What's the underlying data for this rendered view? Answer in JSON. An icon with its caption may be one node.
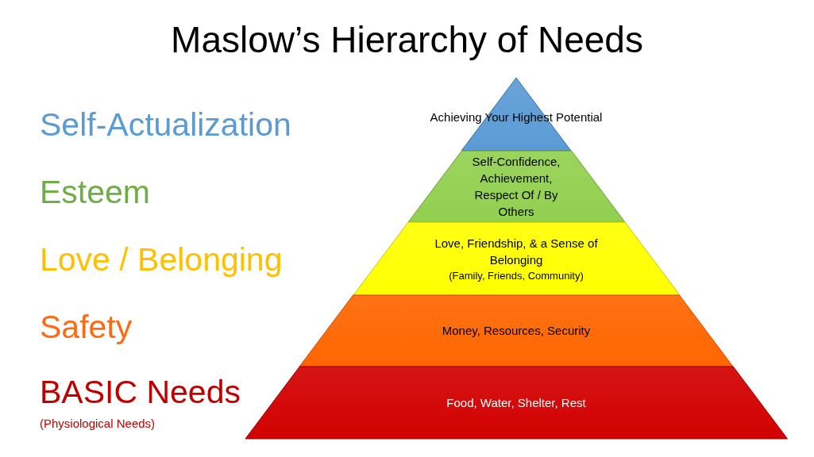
{
  "diagram": {
    "title": "Maslow’s Hierarchy of Needs",
    "nodes": [
      {
        "text": [
          "Achieving Your Highest Potential"
        ]
      },
      {
        "text": [
          "Self-Confidence, Achievement, Respect Of / By Others"
        ]
      },
      {
        "text": [
          "Love, Friendship, & a Sense of Belonging",
          "(Family, Friends, Community)"
        ]
      },
      {
        "text": [
          "Money, Resources, Security"
        ]
      },
      {
        "text": [
          "Food, Water, Shelter, Rest"
        ]
      }
    ],
    "labels": [
      "Self-Actualization",
      "Esteem",
      "Love / Belonging",
      "Safety",
      "BASIC Needs",
      "(Physiological Needs)"
    ]
  }
}
